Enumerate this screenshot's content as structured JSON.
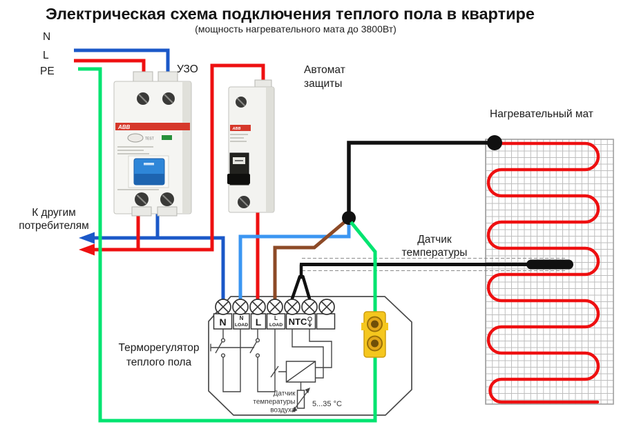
{
  "header": {
    "title": "Электрическая схема подключения теплого пола в квартире",
    "subtitle": "(мощность нагревательного мата до 3800Вт)"
  },
  "supply": {
    "neutral": "N",
    "line": "L",
    "earth": "PE"
  },
  "labels": {
    "uzo": "УЗО",
    "breaker_1": "Автомат",
    "breaker_2": "защиты",
    "mat": "Нагревательный мат",
    "sensor_1": "Датчик",
    "sensor_2": "температуры",
    "thermostat_1": "Терморегулятор",
    "thermostat_2": "теплого пола",
    "consumers_1": "К другим",
    "consumers_2": "потребителям"
  },
  "thermostat": {
    "term_n": "N",
    "term_nload_top": "N",
    "term_nload_bottom": "LOAD",
    "term_l": "L",
    "term_lload_top": "L",
    "term_lload_bottom": "LOAD",
    "term_ntc": "NTC",
    "air_sensor_1": "Датчик",
    "air_sensor_2": "температуры",
    "air_sensor_3": "воздуха",
    "temp_range": "5...35 °C"
  },
  "devices": {
    "brand": "ABB",
    "uzo_test_label": "TEST"
  },
  "colors": {
    "neutral": "#1b58c8",
    "line": "#ee1011",
    "earth": "#00e470",
    "load_neutral": "#3b96f2",
    "load_line": "#8d4a27",
    "cable": "#111111",
    "heating_cable": "#ee1011"
  }
}
